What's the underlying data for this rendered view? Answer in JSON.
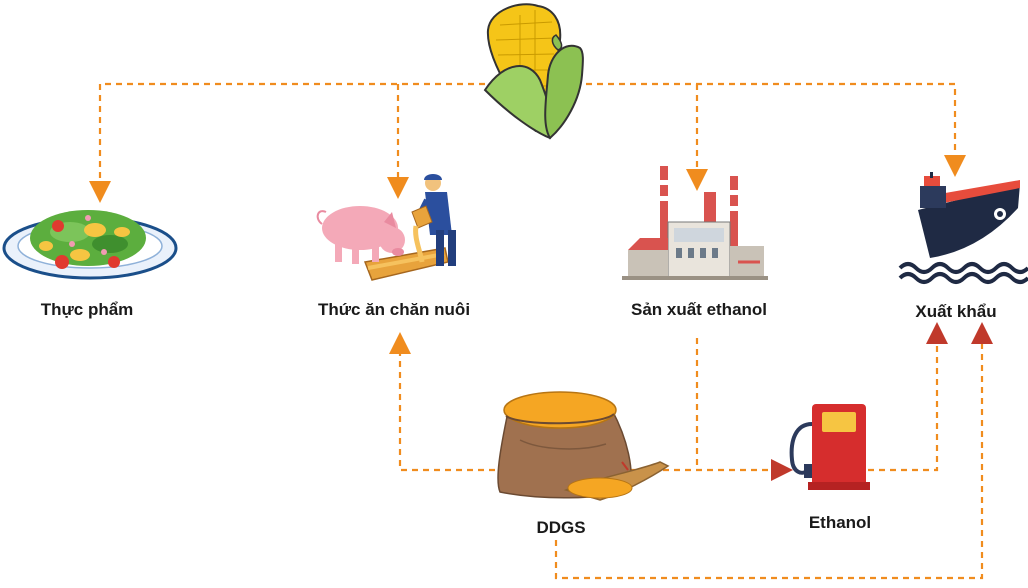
{
  "nodes": {
    "food": {
      "label": "Thực phẩm"
    },
    "feed": {
      "label": "Thức ăn chăn nuôi"
    },
    "ethanol_production": {
      "label": "Sản xuất ethanol"
    },
    "export": {
      "label": "Xuất khẩu"
    },
    "ddgs": {
      "label": "DDGS"
    },
    "ethanol": {
      "label": "Ethanol"
    }
  },
  "colors": {
    "flow_arrow": "#f08c1e",
    "return_arrow": "#c0392b",
    "corn_kernel": "#f5c518",
    "corn_husk": "#8cc152",
    "pig": "#f4a9b8",
    "factory_red": "#d9534f",
    "ship_hull": "#1f2a44",
    "ship_red": "#e74c3c",
    "pump_red": "#d62d2d",
    "sack": "#a0714f",
    "grain": "#f5a623"
  },
  "icons": [
    "corn-icon",
    "salad-plate-icon",
    "pig-feeding-icon",
    "factory-icon",
    "ship-icon",
    "grain-sack-icon",
    "fuel-pump-icon"
  ]
}
